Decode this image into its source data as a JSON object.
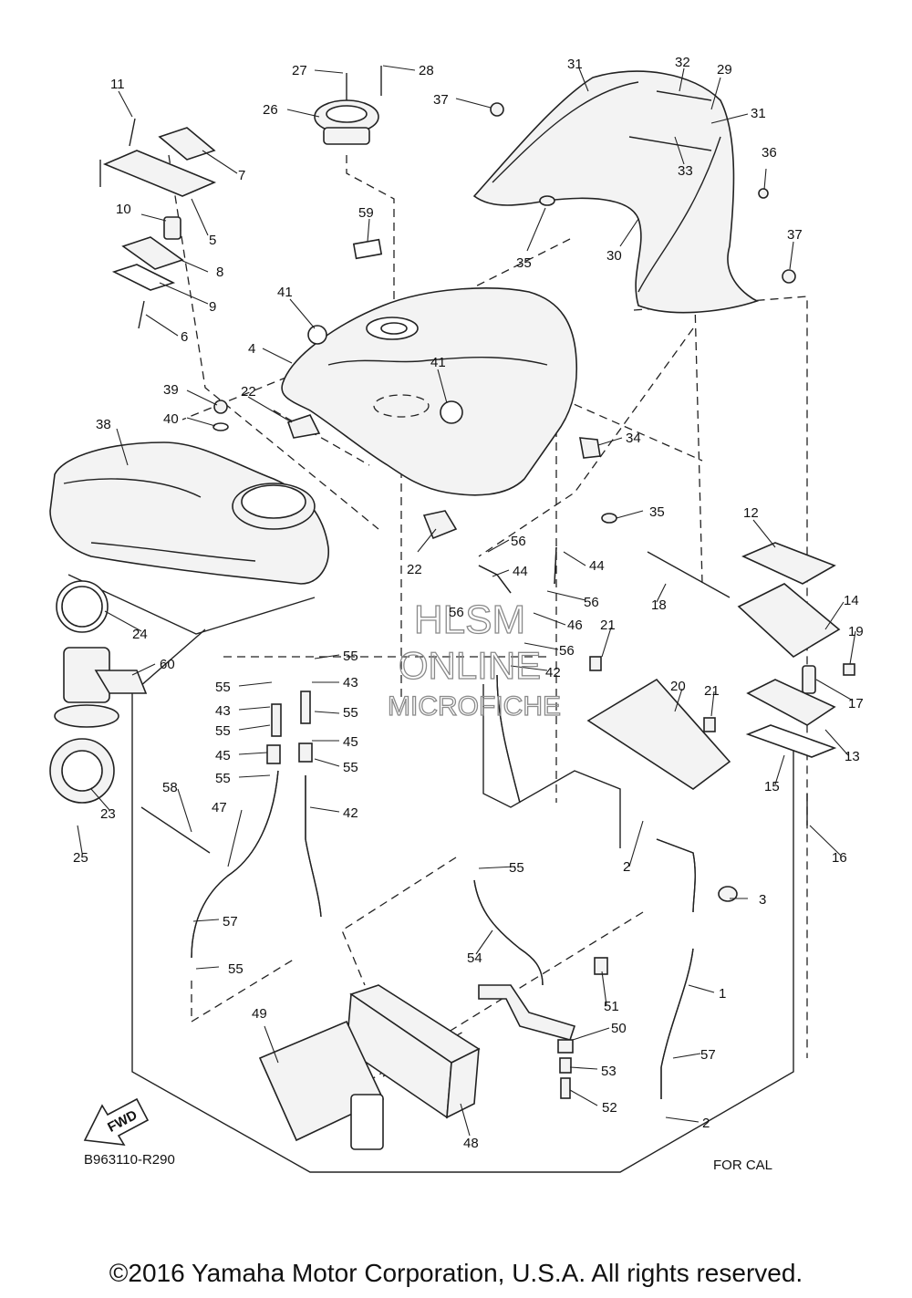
{
  "diagram": {
    "part_numbers": [
      "1",
      "2",
      "3",
      "4",
      "5",
      "6",
      "7",
      "8",
      "9",
      "10",
      "11",
      "12",
      "13",
      "14",
      "15",
      "16",
      "17",
      "18",
      "19",
      "20",
      "21",
      "22",
      "23",
      "24",
      "25",
      "26",
      "27",
      "28",
      "29",
      "30",
      "31",
      "32",
      "33",
      "34",
      "35",
      "36",
      "37",
      "38",
      "39",
      "40",
      "41",
      "42",
      "43",
      "44",
      "45",
      "46",
      "47",
      "48",
      "49",
      "50",
      "51",
      "52",
      "53",
      "54",
      "55",
      "56",
      "57",
      "58",
      "59",
      "60"
    ],
    "diagram_code": "B963110-R290",
    "region_label": "FOR CAL",
    "direction_label": "FWD",
    "watermark": {
      "line1": "HLSM",
      "line2": "ONLINE",
      "line3": "MICROFICHE"
    }
  },
  "footer": {
    "copyright": "©2016 Yamaha Motor Corporation, U.S.A. All rights reserved."
  }
}
